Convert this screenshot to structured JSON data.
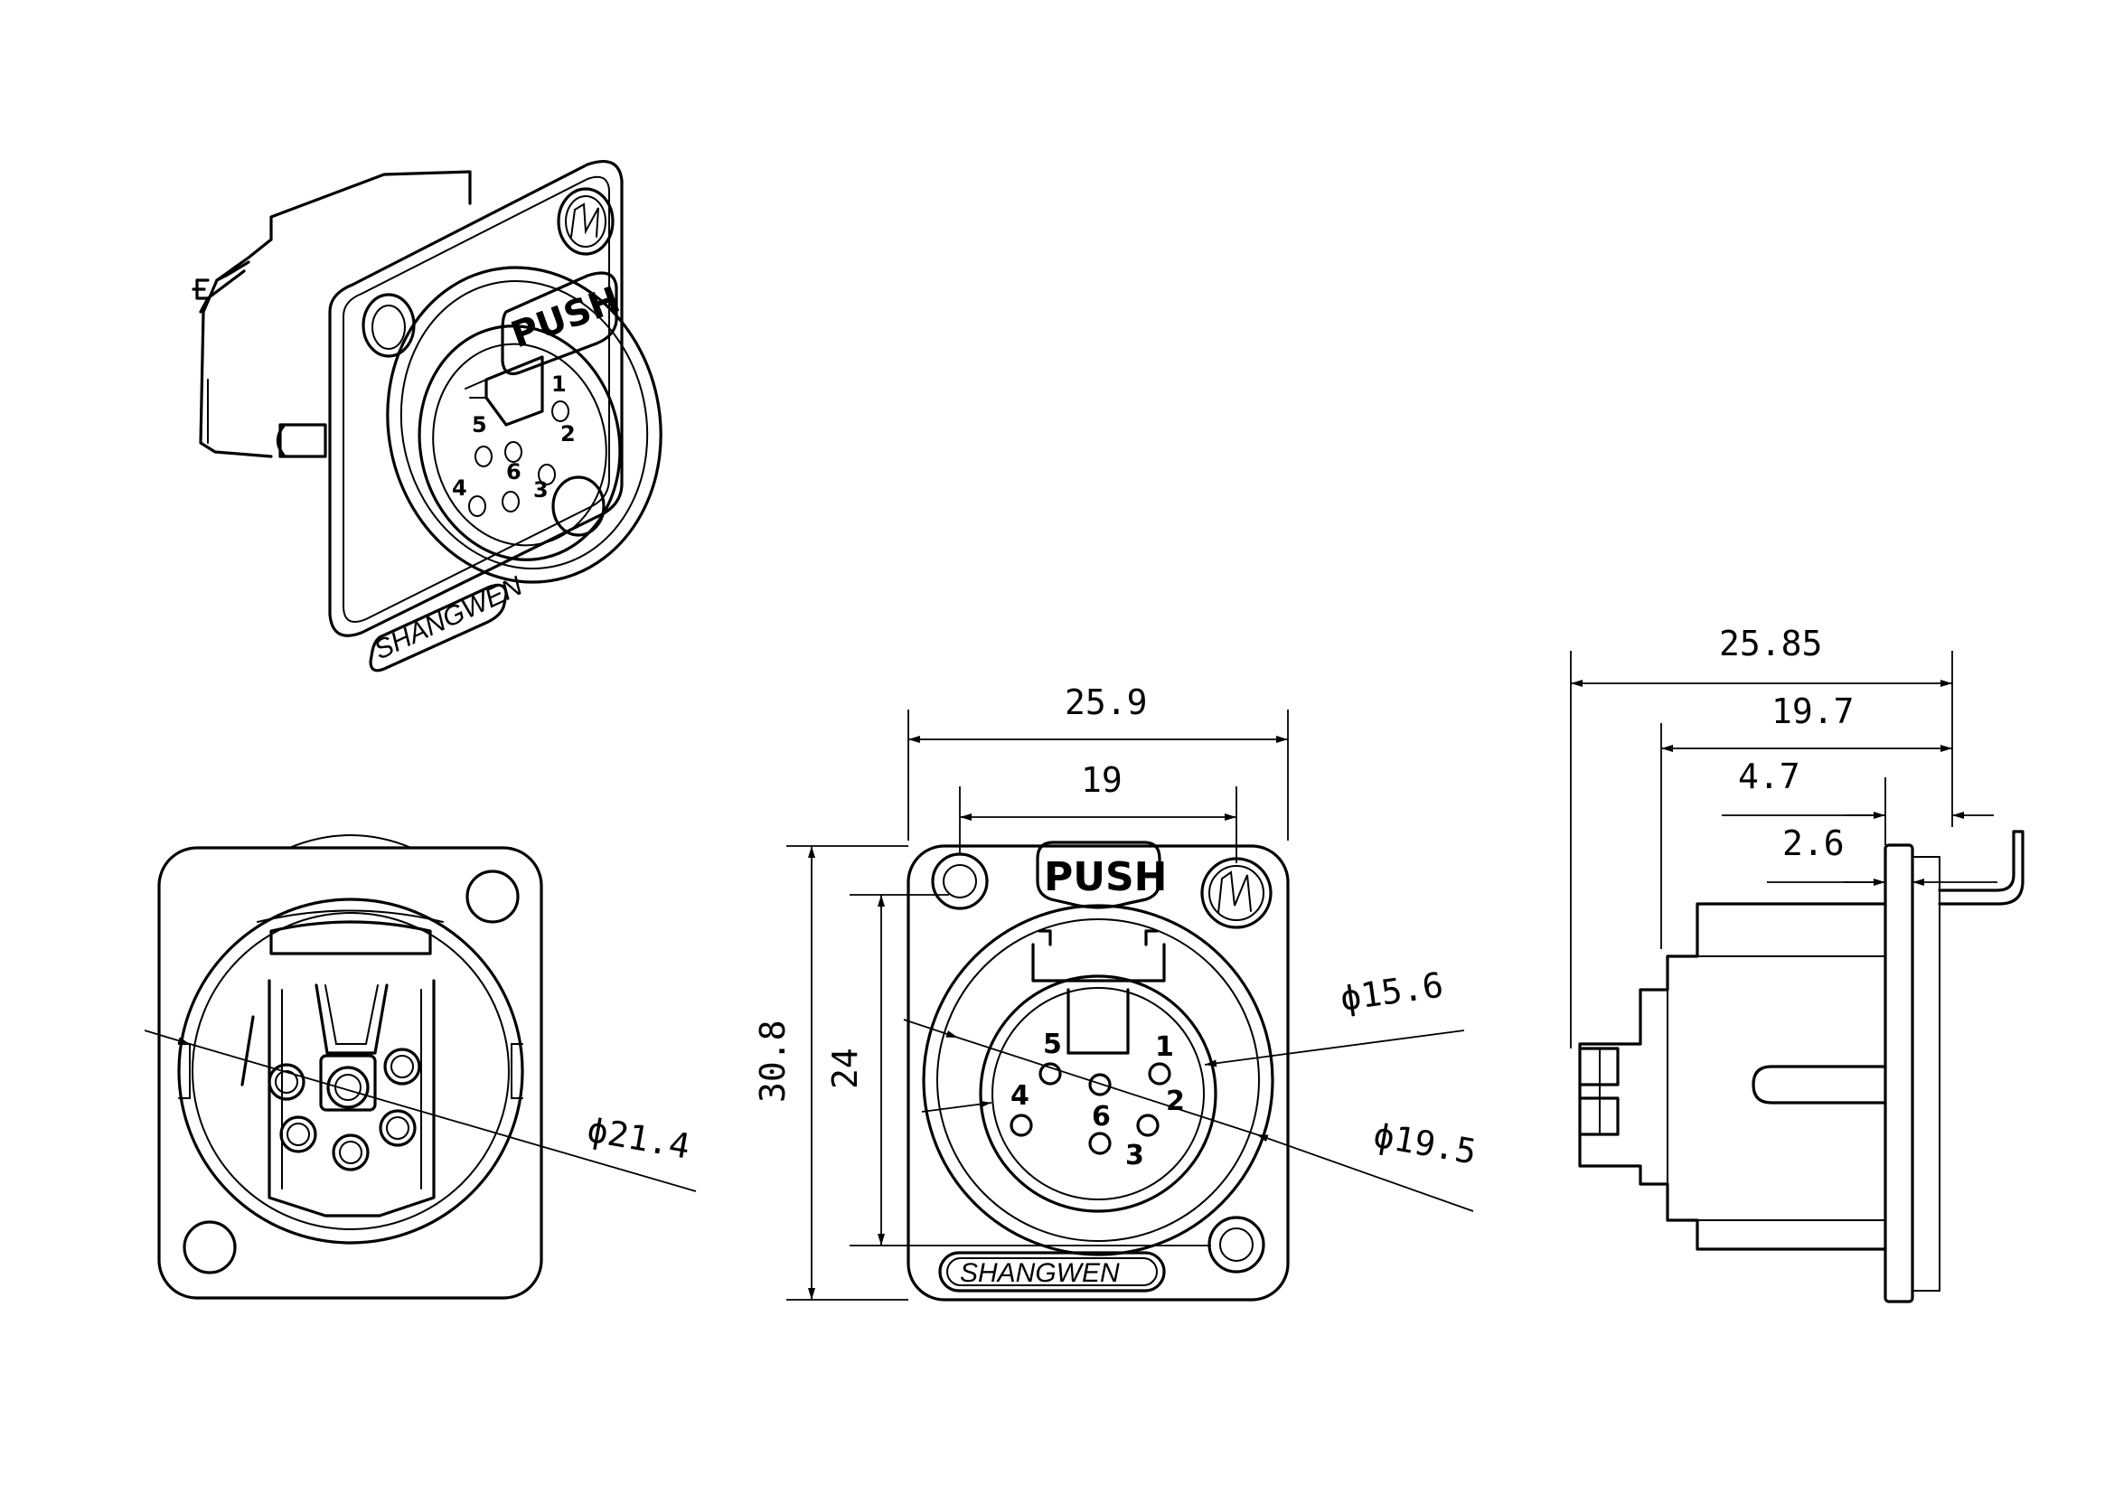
{
  "labels": {
    "push": "PUSH",
    "brand": "SHANGWEN",
    "logo": "SW"
  },
  "pins": {
    "p1": "1",
    "p2": "2",
    "p3": "3",
    "p4": "4",
    "p5": "5",
    "p6": "6"
  },
  "dimensions": {
    "front_width": "25.9",
    "front_hole_spacing": "19",
    "front_height": "30.8",
    "front_hole_spacing_v": "24",
    "dia_15_6": "ϕ15.6",
    "dia_19_5": "ϕ19.5",
    "dia_21_4": "ϕ21.4",
    "side_total": "25.85",
    "side_body": "19.7",
    "side_4_7": "4.7",
    "side_2_6": "2.6"
  }
}
